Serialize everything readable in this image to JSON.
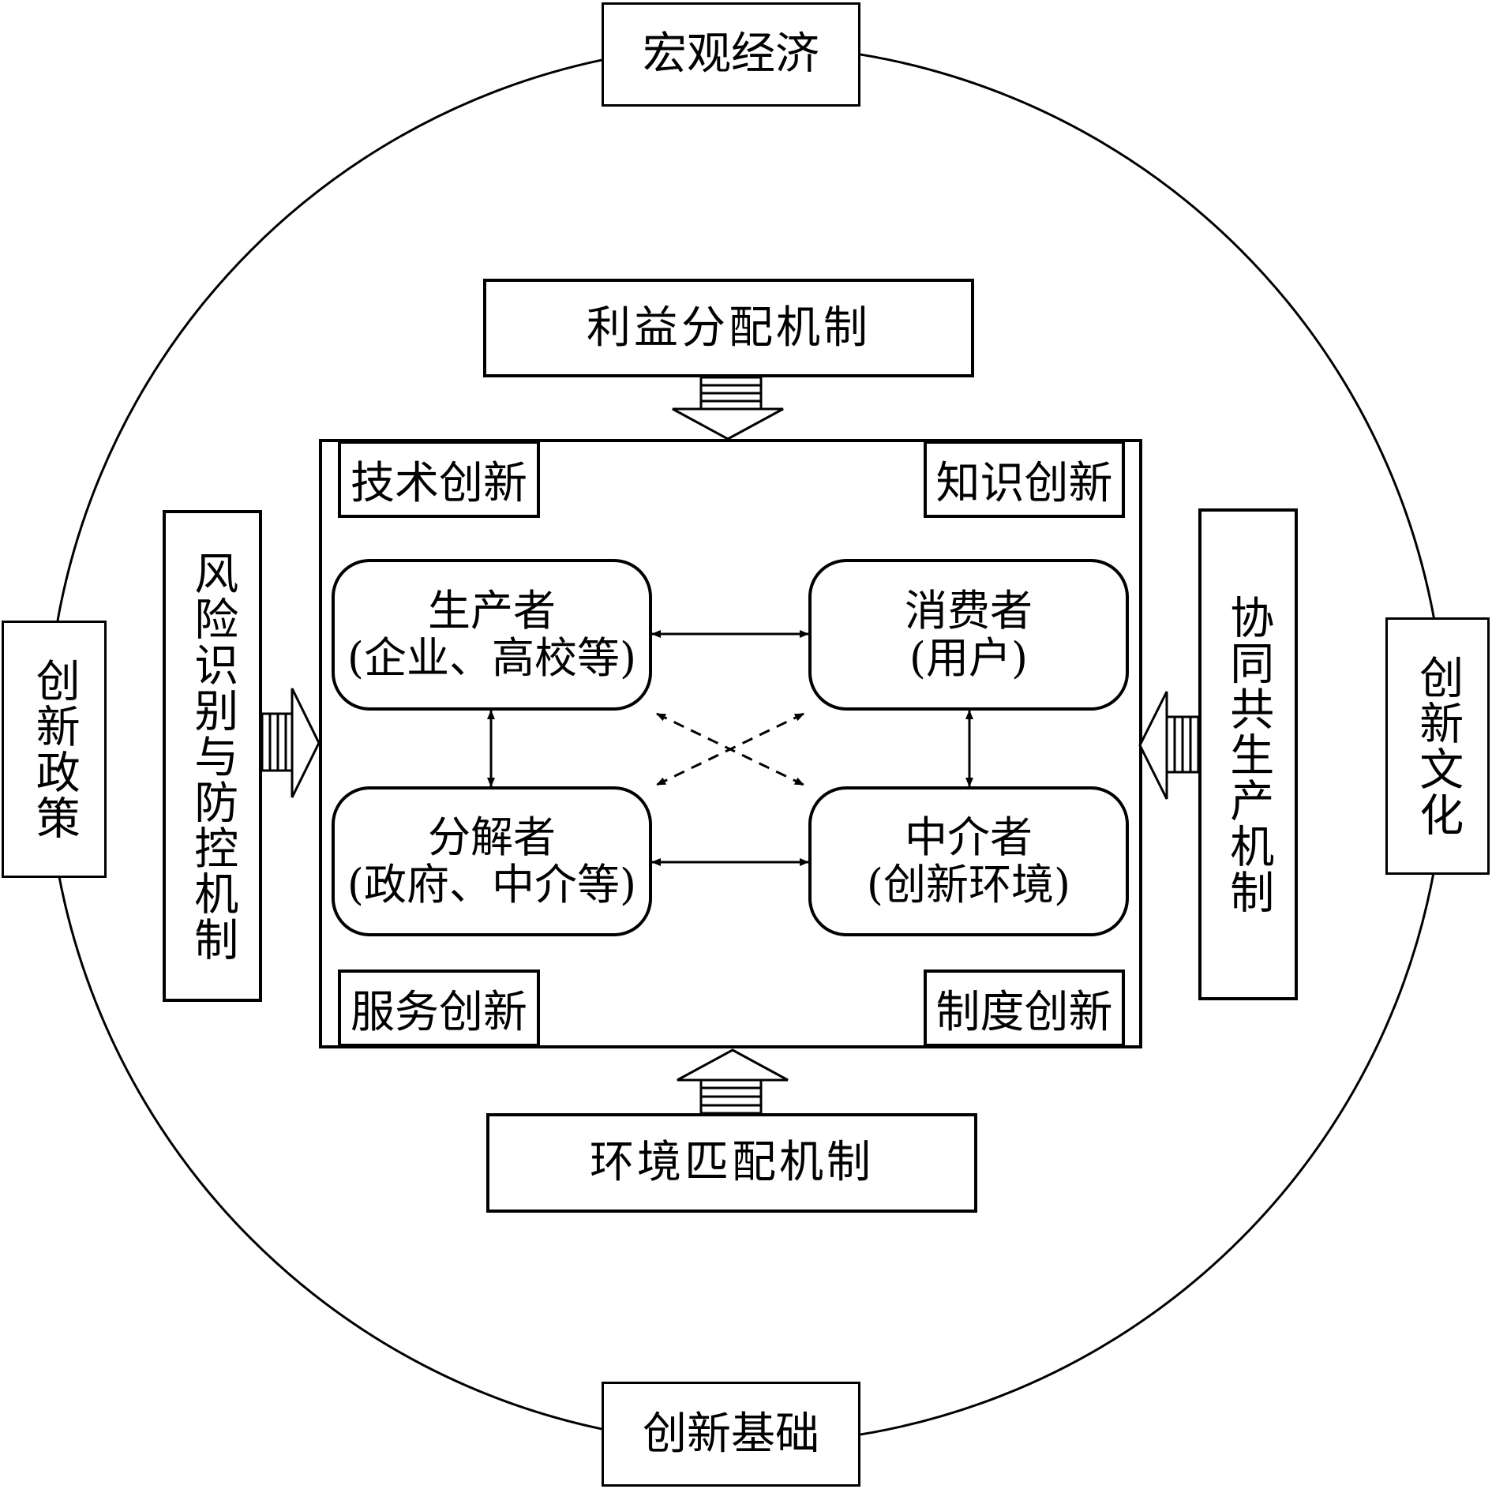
{
  "outer": {
    "top": "宏观经济",
    "bottom": "创新基础",
    "left": "创新政策",
    "right": "创新文化"
  },
  "mechanisms": {
    "top": "利益分配机制",
    "bottom": "环境匹配机制",
    "left": "风险识别与防控机制",
    "right": "协同共生产机制"
  },
  "corners": {
    "top_left": "技术创新",
    "top_right": "知识创新",
    "bottom_left": "服务创新",
    "bottom_right": "制度创新"
  },
  "nodes": {
    "producer": {
      "name": "生产者",
      "detail": "(企业、高校等)"
    },
    "consumer": {
      "name": "消费者",
      "detail": "(用户)"
    },
    "decomposer": {
      "name": "分解者",
      "detail": "(政府、中介等)"
    },
    "intermediary": {
      "name": "中介者",
      "detail": "(创新环境)"
    }
  }
}
